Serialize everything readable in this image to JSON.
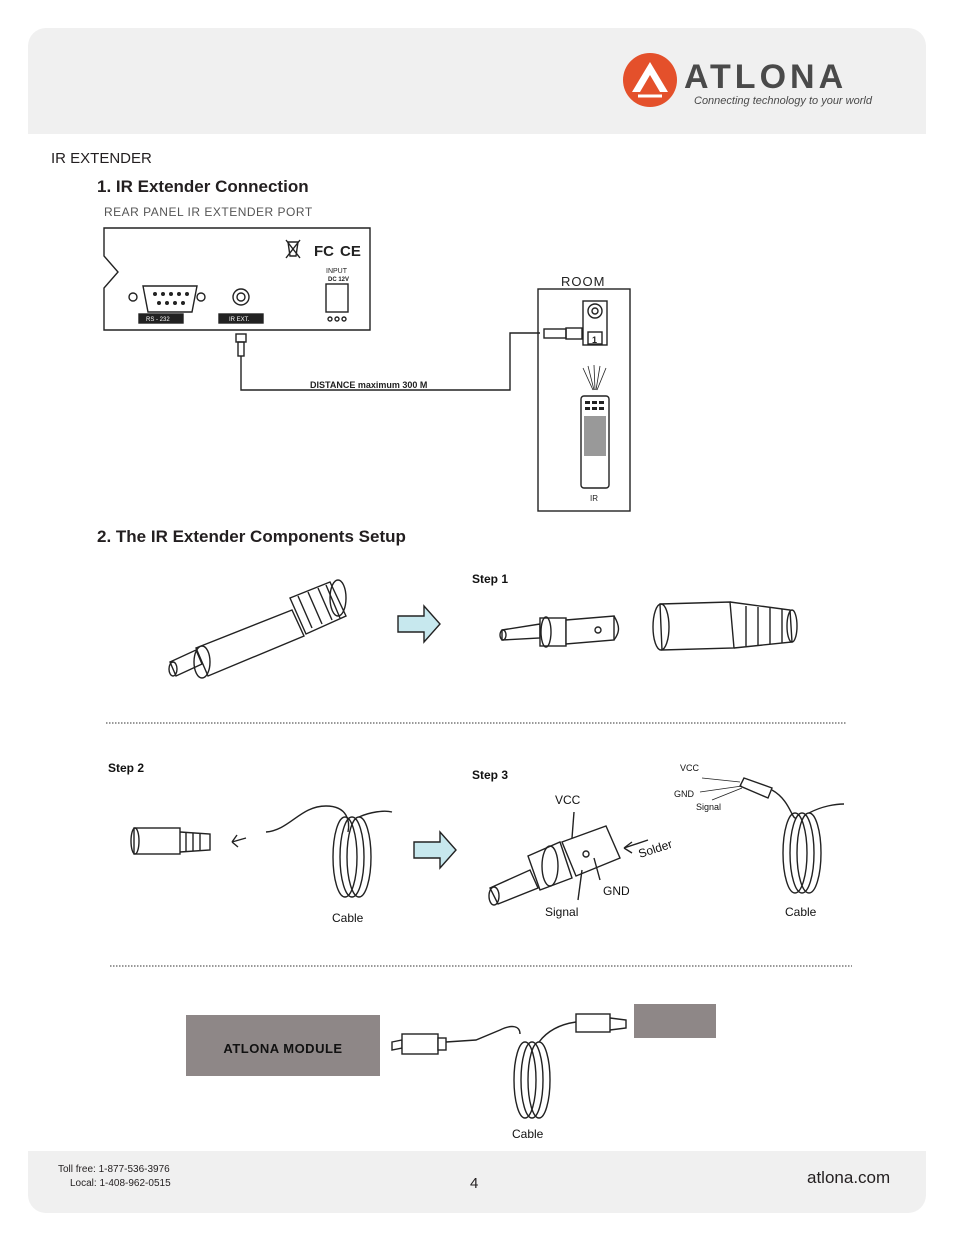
{
  "brand": {
    "name": "ATLONA",
    "tagline": "Connecting technology to your world",
    "accent_color": "#e4502b"
  },
  "section_label": "IR EXTENDER",
  "headings": {
    "connection": "1. IR Extender Connection",
    "components": "2. The IR Extender Components Setup"
  },
  "rear_panel": {
    "caption": "REAR PANEL IR EXTENDER PORT",
    "rs232_label": "RS - 232",
    "irext_label": "IR EXT.",
    "input_label": "INPUT",
    "dc_label": "DC 12V",
    "fc_mark": "FC",
    "ce_mark": "CE",
    "distance_label": "DISTANCE maximum 300 M"
  },
  "room": {
    "label": "ROOM",
    "device_label": "IR",
    "receiver_number": "1"
  },
  "steps": {
    "step1": "Step 1",
    "step2": "Step 2",
    "step3": "Step 3",
    "vcc": "VCC",
    "gnd": "GND",
    "signal": "Signal",
    "solder": "Solder",
    "cable": "Cable"
  },
  "module": {
    "label": "ATLONA MODULE",
    "cable": "Cable"
  },
  "footer": {
    "toll_free": "Toll free: 1-877-536-3976",
    "local": "Local: 1-408-962-0515",
    "page": "4",
    "website": "atlona.com"
  }
}
